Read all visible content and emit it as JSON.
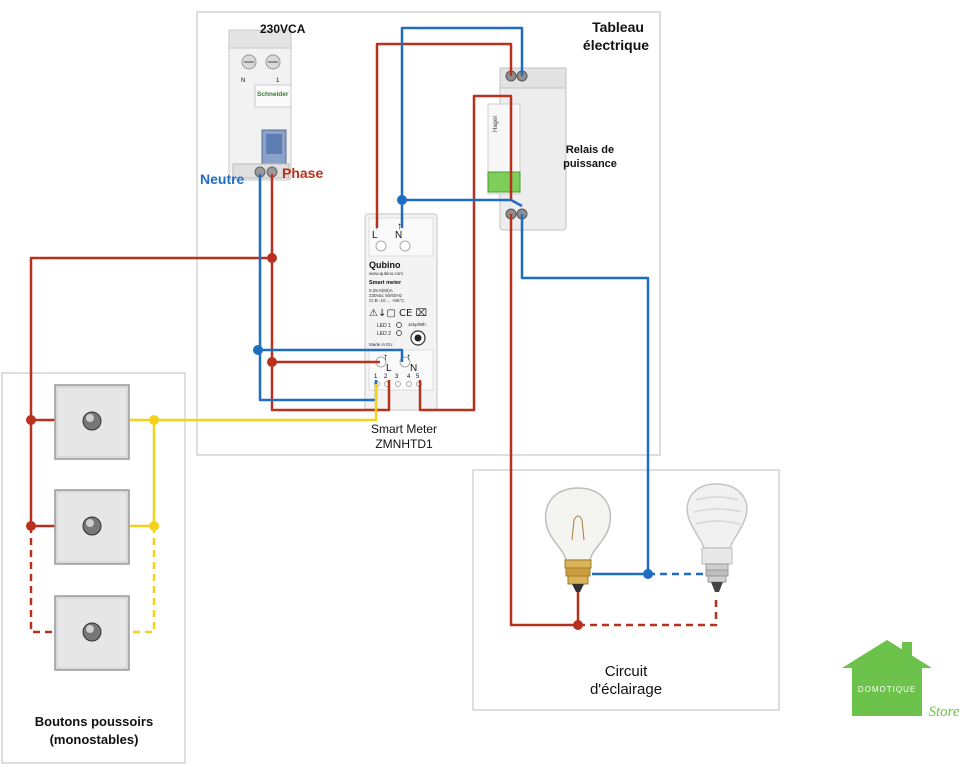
{
  "colors": {
    "phase": "#b8311e",
    "neutral": "#1f6cc4",
    "control": "#f2d21b",
    "frame": "#bdbdbd",
    "brand_green": "#6cc24a"
  },
  "labels": {
    "panel_title_1": "Tableau",
    "panel_title_2": "électrique",
    "voltage": "230VCA",
    "neutral": "Neutre",
    "phase": "Phase",
    "relay_1": "Relais de",
    "relay_2": "puissance",
    "meter_1": "Smart Meter",
    "meter_2": "ZMNHTD1",
    "buttons_1": "Boutons poussoirs",
    "buttons_2": "(monostables)",
    "circuit_1": "Circuit",
    "circuit_2": "d'éclairage"
  },
  "breaker": {
    "brand": "Schneider",
    "marks": [
      "N",
      "1"
    ]
  },
  "meter": {
    "brand": "Qubino",
    "site": "www.qubino.com",
    "model": "Smart meter",
    "specs": [
      "0.25-5(65)A",
      "230Vac 50/60Hz",
      "CI.B -10 ... +55°C"
    ],
    "led1": "LED 1",
    "led2": "LED 2",
    "imp": "1imp/Wh",
    "made": "Made in EU",
    "top_terms": [
      "L",
      "N"
    ],
    "bottom_terms": [
      "L",
      "N"
    ],
    "pins": [
      "1",
      "2",
      "3",
      "4",
      "5"
    ]
  },
  "relay": {
    "brand": "Hager"
  },
  "logo": {
    "house_text": "DOMOTIQUE",
    "script_text": "Store"
  }
}
